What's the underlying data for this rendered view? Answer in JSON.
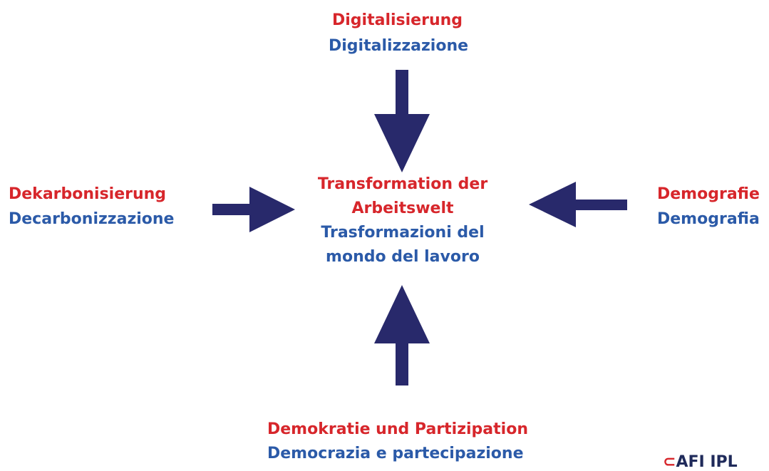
{
  "colors": {
    "german": "#d7262b",
    "italian": "#2b5aa8",
    "arrow": "#28296b"
  },
  "top": {
    "de": "Digitalisierung",
    "it": "Digitalizzazione"
  },
  "left": {
    "de": "Dekarbonisierung",
    "it": "Decarbonizzazione"
  },
  "right": {
    "de": "Demografie",
    "it": "Demografia"
  },
  "bottom": {
    "de": "Demokratie und Partizipation",
    "it": "Democrazia e partecipazione"
  },
  "center": {
    "de_line1": "Transformation der",
    "de_line2": "Arbeitswelt",
    "it_line1": "Trasformazioni del",
    "it_line2": "mondo del lavoro"
  },
  "logo": {
    "text": "AFI IPL"
  }
}
